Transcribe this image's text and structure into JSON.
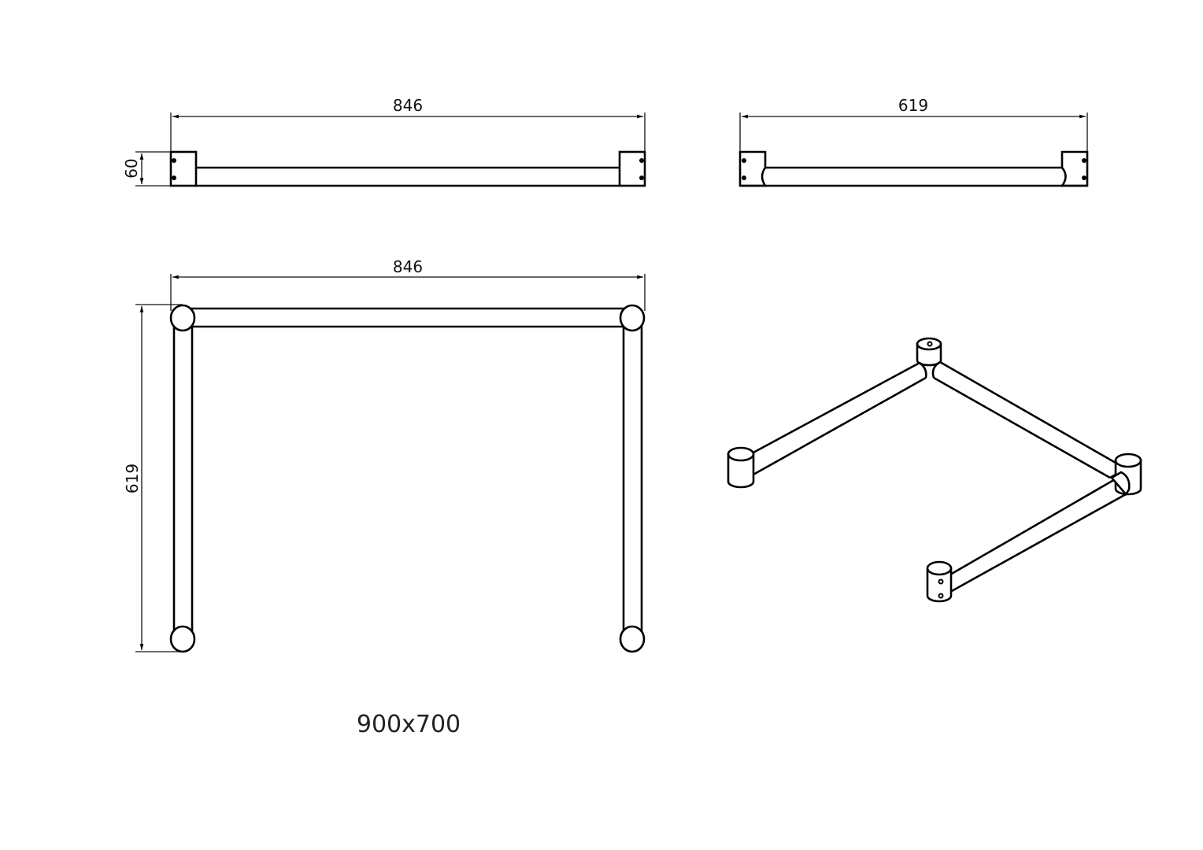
{
  "drawing": {
    "front_view": {
      "width_dim": "846",
      "height_dim": "60"
    },
    "side_view": {
      "width_dim": "619"
    },
    "top_view": {
      "width_dim": "846",
      "depth_dim": "619"
    },
    "isometric_view": {
      "label": ""
    },
    "caption": "900x700",
    "colors": {
      "line": "#000000",
      "background": "#ffffff"
    }
  }
}
